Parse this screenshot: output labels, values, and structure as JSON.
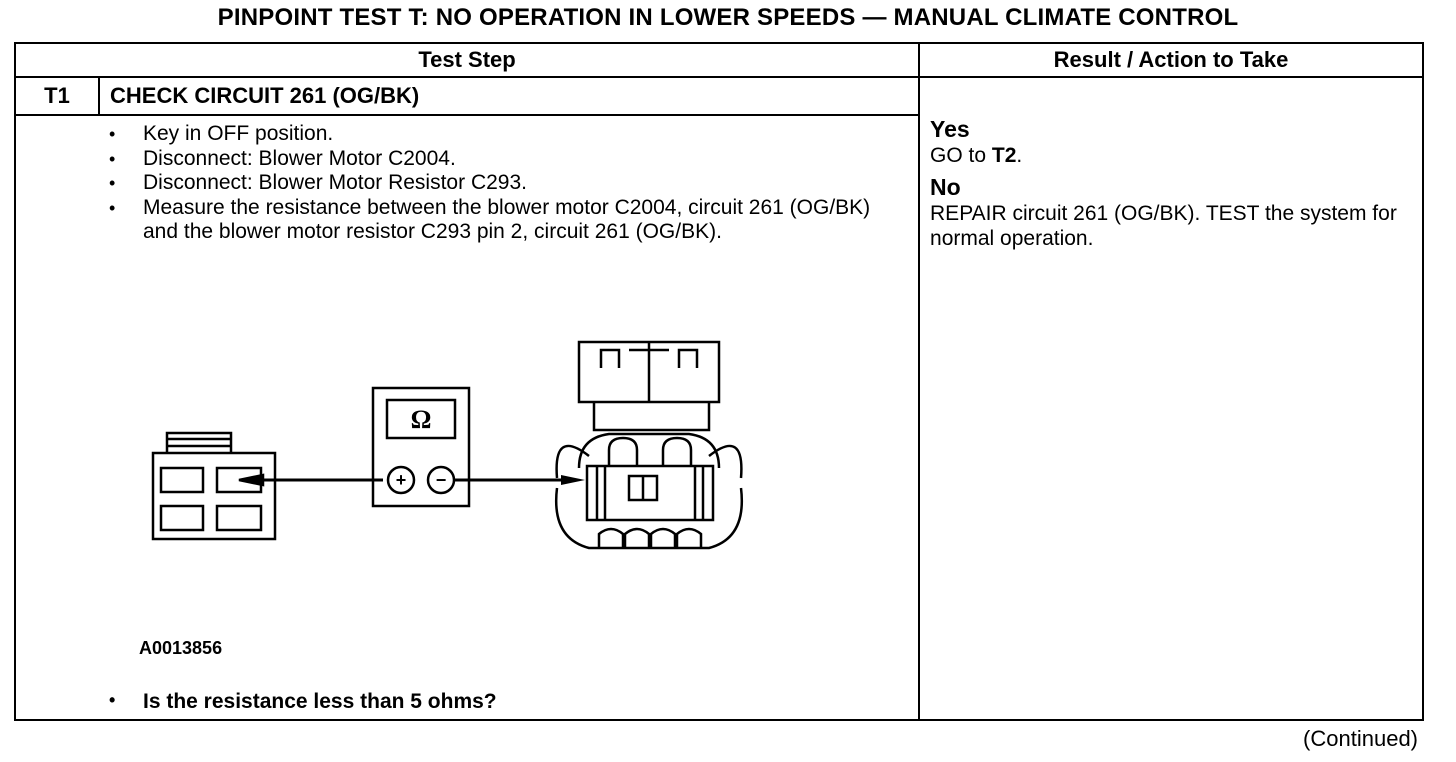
{
  "title": "PINPOINT TEST T: NO OPERATION IN LOWER SPEEDS — MANUAL CLIMATE CONTROL",
  "table": {
    "header_step": "Test Step",
    "header_result": "Result / Action to Take"
  },
  "step": {
    "id": "T1",
    "title": "CHECK CIRCUIT 261 (OG/BK)",
    "bullets": [
      "Key in OFF position.",
      "Disconnect: Blower Motor C2004.",
      "Disconnect: Blower Motor Resistor C293.",
      "Measure the resistance between the blower motor C2004, circuit 261 (OG/BK) and the blower motor resistor C293 pin 2, circuit 261 (OG/BK)."
    ],
    "figure_id": "A0013856",
    "ohm_symbol": "Ω",
    "plus_symbol": "+",
    "minus_symbol": "−",
    "question": "Is the resistance less than 5 ohms?"
  },
  "result": {
    "yes_label": "Yes",
    "yes_prefix": "GO to ",
    "yes_target": "T2",
    "yes_suffix": ".",
    "no_label": "No",
    "no_text": "REPAIR circuit 261 (OG/BK). TEST the system for normal operation."
  },
  "continued": "(Continued)",
  "icons": {
    "meter": "ohmmeter-icon",
    "connector_left": "connector-c2004-icon",
    "connector_right": "resistor-connector-c293-icon"
  }
}
